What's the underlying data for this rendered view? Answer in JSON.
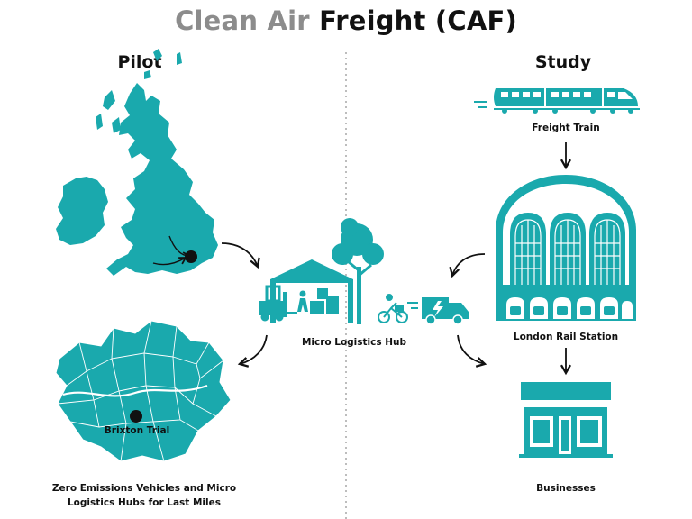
{
  "title": {
    "part1": "Clean Air",
    "part2": "Freight (CAF)"
  },
  "sections": {
    "left": "Pilot",
    "right": "Study"
  },
  "labels": {
    "freight_train": "Freight Train",
    "london_rail_station": "London Rail Station",
    "micro_logistics_hub": "Micro Logistics Hub",
    "brixton_trial": "Brixton Trial",
    "zev_line1": "Zero Emissions Vehicles and Micro",
    "zev_line2": "Logistics Hubs for Last Miles",
    "businesses": "Businesses"
  },
  "colors": {
    "accent": "#1aa9ad",
    "dark": "#111111",
    "muted": "#8c8c8c"
  },
  "icons": [
    "uk-map-icon",
    "london-map-icon",
    "train-icon",
    "station-icon",
    "warehouse-icon",
    "forklift-icon",
    "tree-icon",
    "cyclist-icon",
    "electric-van-icon",
    "shop-icon"
  ]
}
